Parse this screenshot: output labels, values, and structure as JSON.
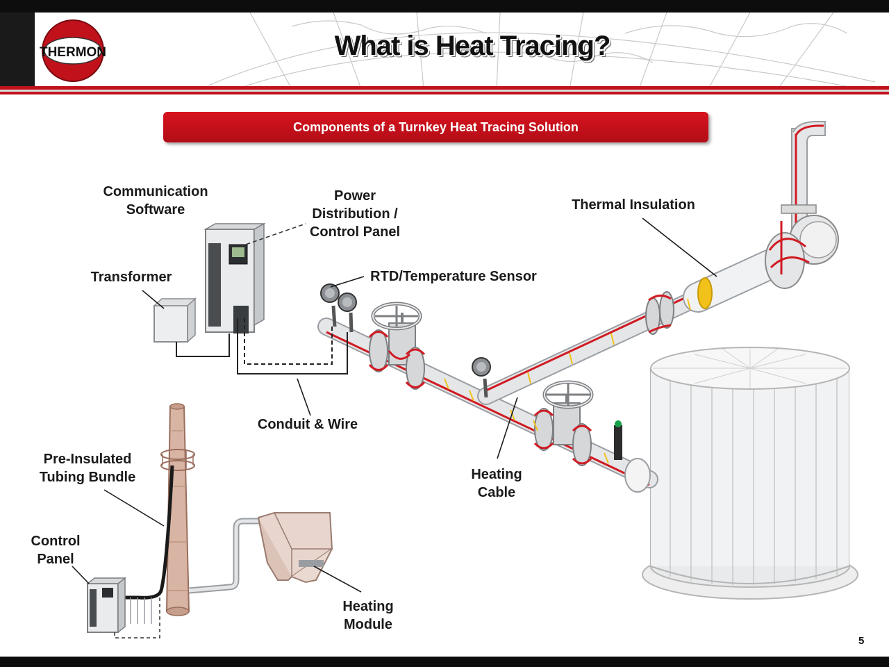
{
  "header": {
    "title": "What is Heat Tracing?",
    "logo_text": "THERMON",
    "banner": "Components of a Turnkey Heat Tracing Solution"
  },
  "labels": {
    "communication_software": [
      "Communication",
      "Software"
    ],
    "power_distribution": [
      "Power",
      "Distribution /",
      "Control Panel"
    ],
    "thermal_insulation": "Thermal Insulation",
    "transformer": "Transformer",
    "rtd_sensor": "RTD/Temperature Sensor",
    "conduit_wire": "Conduit & Wire",
    "pre_insulated": [
      "Pre-Insulated",
      "Tubing Bundle"
    ],
    "heating_cable": [
      "Heating",
      "Cable"
    ],
    "control_panel": [
      "Control",
      "Panel"
    ],
    "heating_module": [
      "Heating",
      "Module"
    ]
  },
  "page_number": "5",
  "colors": {
    "brand_red": "#c1121c",
    "dark": "#0d0d0d",
    "pipe": "#e4e6e8",
    "stack": "#d8b4a4"
  }
}
